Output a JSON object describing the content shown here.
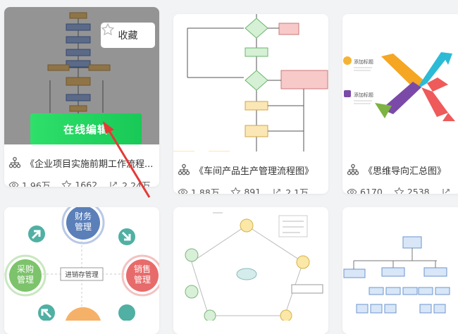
{
  "cards": [
    {
      "title": "《企业项目实施前期工作流程...",
      "views": "1.96万",
      "likes": "1662",
      "shares": "2.24万",
      "fav_label": "收藏",
      "online_label": "在线编辑"
    },
    {
      "title": "《车间产品生产管理流程图》",
      "views": "1.88万",
      "likes": "891",
      "shares": "2.1万"
    },
    {
      "title": "《思维导向汇总图》",
      "views": "6170",
      "likes": "2538",
      "shares": ""
    }
  ],
  "thumb_texts": {
    "mind_labels": [
      "添加标题",
      "添加标题"
    ],
    "radial_center": "进销存管理",
    "radial_nodes": [
      "财务管理",
      "采购管理",
      "销售管理"
    ]
  },
  "colors": {
    "green_button": "#1ed760",
    "annotation_red": "#e53935",
    "finance": "#5b7fb8",
    "purchase": "#7cc36b",
    "sales": "#e86b6b"
  },
  "icons": [
    "star-icon",
    "tree-icon",
    "eye-icon",
    "star-outline-icon",
    "share-icon"
  ]
}
